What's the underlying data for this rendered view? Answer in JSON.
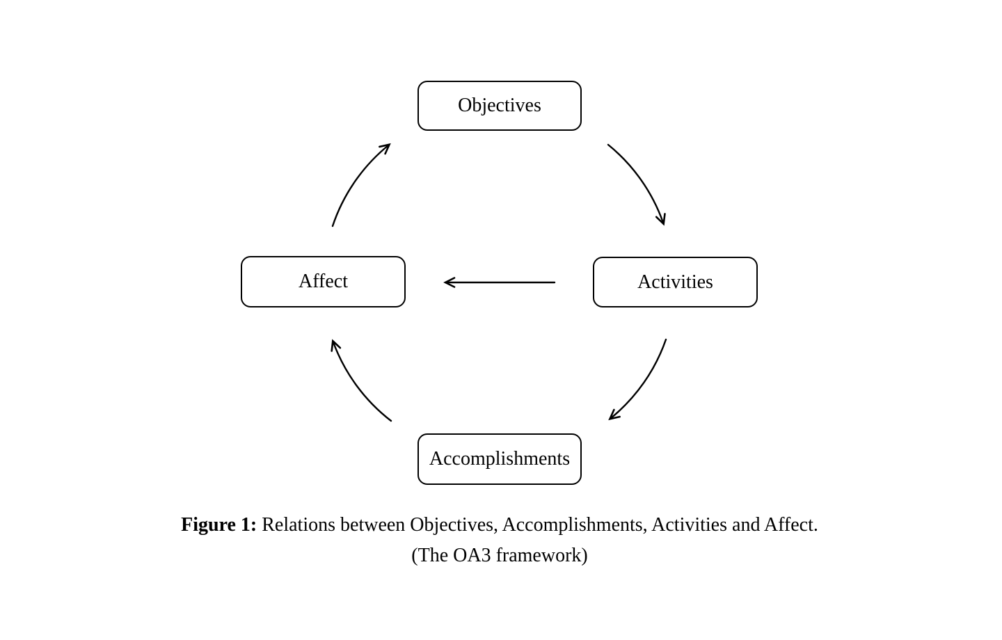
{
  "figure": {
    "caption": {
      "prefix": "Figure 1:",
      "text": "Relations between Objectives, Accomplishments, Activities and Affect.",
      "subtitle": "(The OA3 framework)"
    }
  },
  "diagram": {
    "nodes": [
      {
        "id": "objectives",
        "label": "Objectives"
      },
      {
        "id": "activities",
        "label": "Activities"
      },
      {
        "id": "accomplishments",
        "label": "Accomplishments"
      },
      {
        "id": "affect",
        "label": "Affect"
      }
    ],
    "edges": [
      {
        "from": "Objectives",
        "to": "Activities",
        "style": "curved-clockwise"
      },
      {
        "from": "Activities",
        "to": "Accomplishments",
        "style": "curved-clockwise"
      },
      {
        "from": "Accomplishments",
        "to": "Affect",
        "style": "curved-clockwise"
      },
      {
        "from": "Affect",
        "to": "Objectives",
        "style": "curved-clockwise"
      },
      {
        "from": "Activities",
        "to": "Affect",
        "style": "straight"
      }
    ],
    "colors": {
      "stroke": "#000000",
      "node_fill": "#ffffff",
      "text": "#000000",
      "background": "#ffffff"
    }
  }
}
